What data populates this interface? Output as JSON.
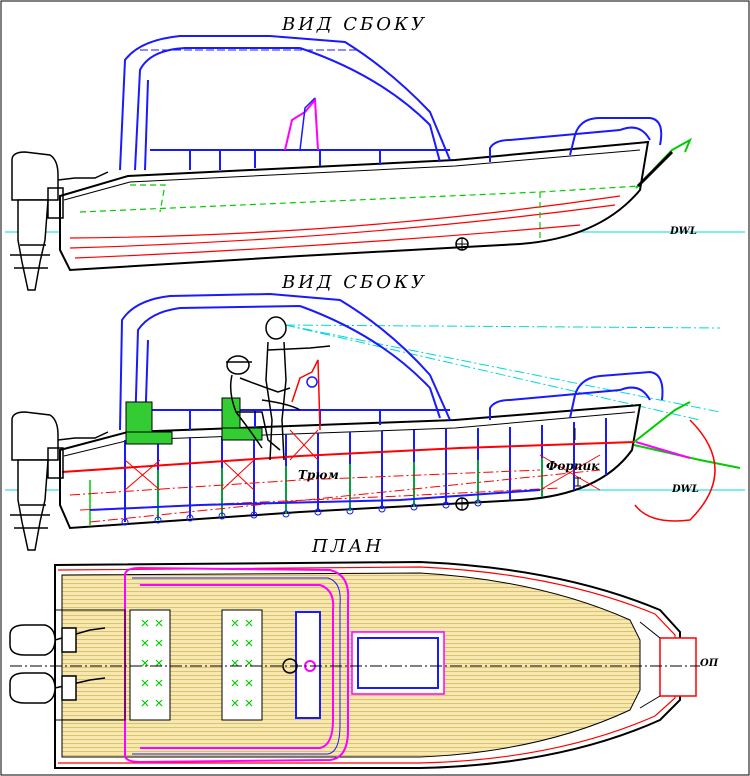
{
  "views": {
    "side_top_title": "ВИД СБОКУ",
    "side_bottom_title": "ВИД СБОКУ",
    "plan_title": "ПЛАН"
  },
  "labels": {
    "dwl_top": "DWL",
    "dwl_bottom": "DWL",
    "hold": "Трюм",
    "forepeak": "Форпик",
    "op": "ОП"
  },
  "colors": {
    "hull": "#000000",
    "frame": "#1a1aff",
    "waterline": "#00d8d8",
    "red": "#ff0000",
    "green": "#00cc00",
    "magenta": "#ff00ff",
    "deck": "#e8c96a"
  }
}
